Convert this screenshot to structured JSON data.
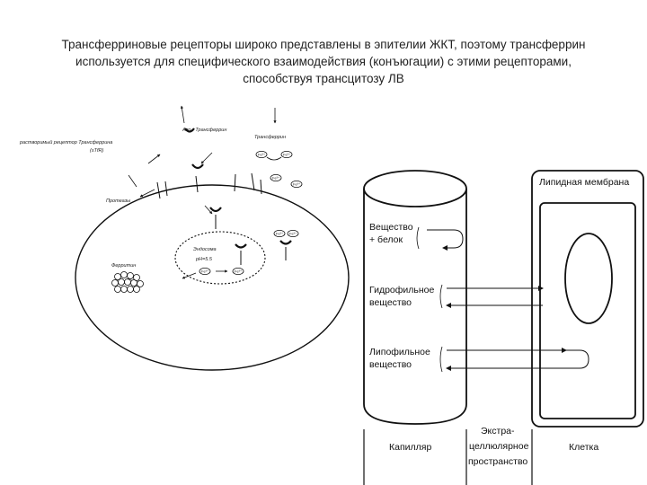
{
  "slide": {
    "title_lines": [
      "Трансферриновые рецепторы широко представлены в эпителии ЖКТ, поэтому трансферрин",
      "используется для специфического взаимодействия (конъюгации) с этими рецепторами,",
      "способствуя трансцитозу ЛВ"
    ]
  },
  "left_diagram": {
    "apo_transferrin": "Аво - Трансферрин",
    "receptor_label_1": "растворимый рецептор Трансферрина",
    "receptor_label_2": "(sTfR)",
    "transferrin": "Трансферрин",
    "proteases": "Протеазы",
    "endosome": "Эндосома",
    "ph": "pH=5.5",
    "ferritin": "Ферритин",
    "fe": "Fe",
    "fe3": "Fe³⁺"
  },
  "right_diagram": {
    "lipid_membrane": "Липидная мембрана",
    "substance_protein_1": "Вещество",
    "substance_protein_2": "+ белок",
    "hydrophilic_1": "Гидрофильное",
    "hydrophilic_2": "вещество",
    "lipophilic_1": "Липофильное",
    "lipophilic_2": "вещество",
    "capillary": "Капилляр",
    "extracellular_1": "Экстра-",
    "extracellular_2": "целлюлярное",
    "extracellular_3": "пространство",
    "cell": "Клетка"
  }
}
